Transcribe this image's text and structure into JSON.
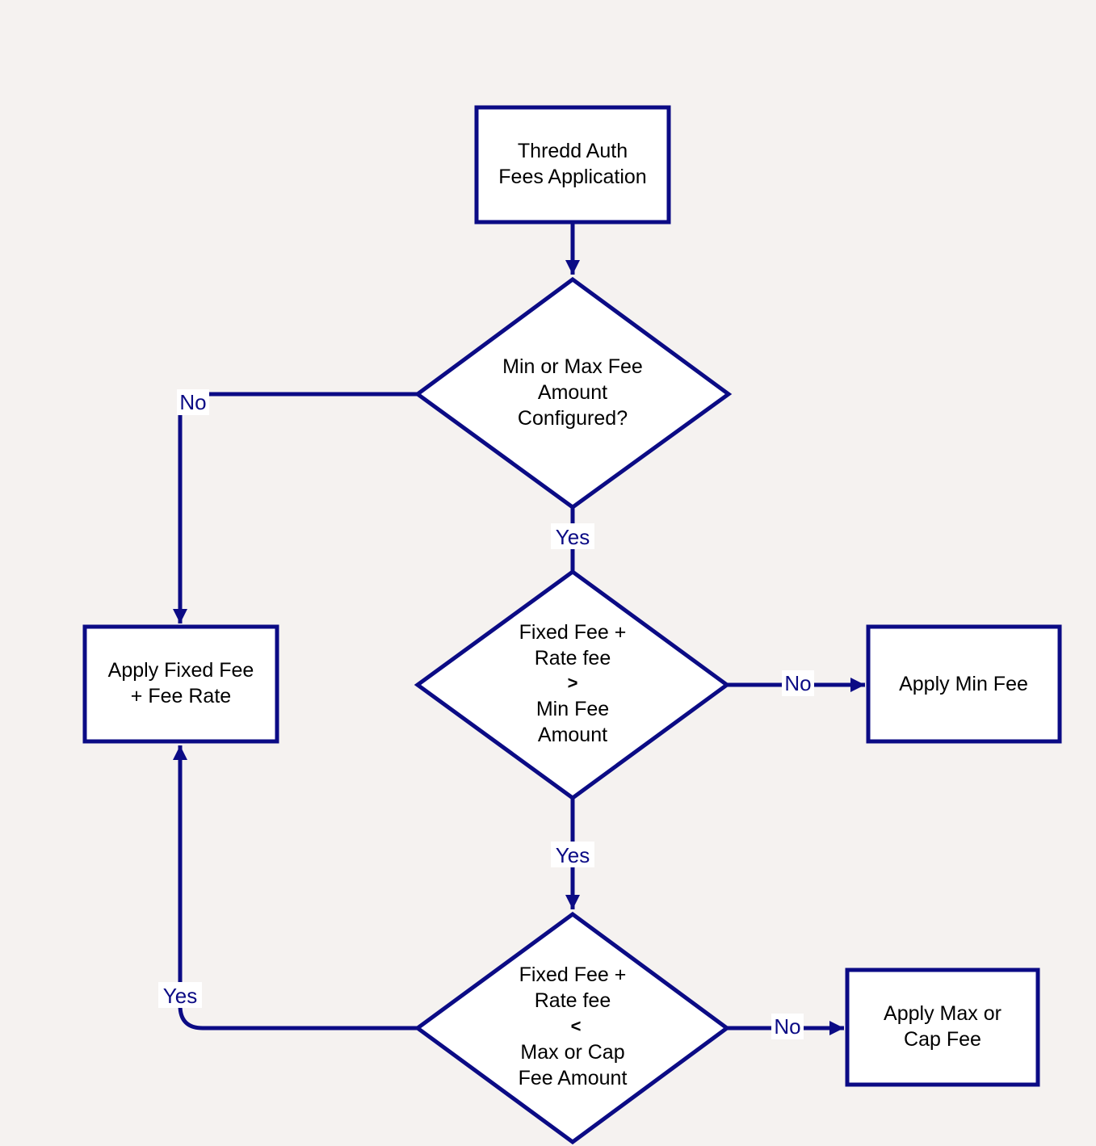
{
  "diagram": {
    "colors": {
      "background": "#f5f2f0",
      "stroke": "#0b0b85",
      "node_fill": "#ffffff",
      "text": "#000000"
    },
    "nodes": {
      "start": {
        "line1": "Thredd Auth",
        "line2": "Fees Application"
      },
      "decision_configured": {
        "line1": "Min or Max Fee",
        "line2": "Amount",
        "line3": "Configured?"
      },
      "decision_min": {
        "line1": "Fixed Fee +",
        "line2": "Rate fee",
        "op": ">",
        "line4": "Min Fee",
        "line5": "Amount"
      },
      "decision_max": {
        "line1": "Fixed Fee +",
        "line2": "Rate fee",
        "op": "<",
        "line4": "Max or Cap",
        "line5": "Fee Amount"
      },
      "apply_fixed": {
        "line1": "Apply Fixed Fee",
        "line2": "+ Fee Rate"
      },
      "apply_min": {
        "line1": "Apply Min Fee"
      },
      "apply_max": {
        "line1": "Apply Max or",
        "line2": "Cap Fee"
      }
    },
    "edge_labels": {
      "configured_no": "No",
      "configured_yes": "Yes",
      "min_no": "No",
      "min_yes": "Yes",
      "max_yes": "Yes",
      "max_no": "No"
    }
  }
}
